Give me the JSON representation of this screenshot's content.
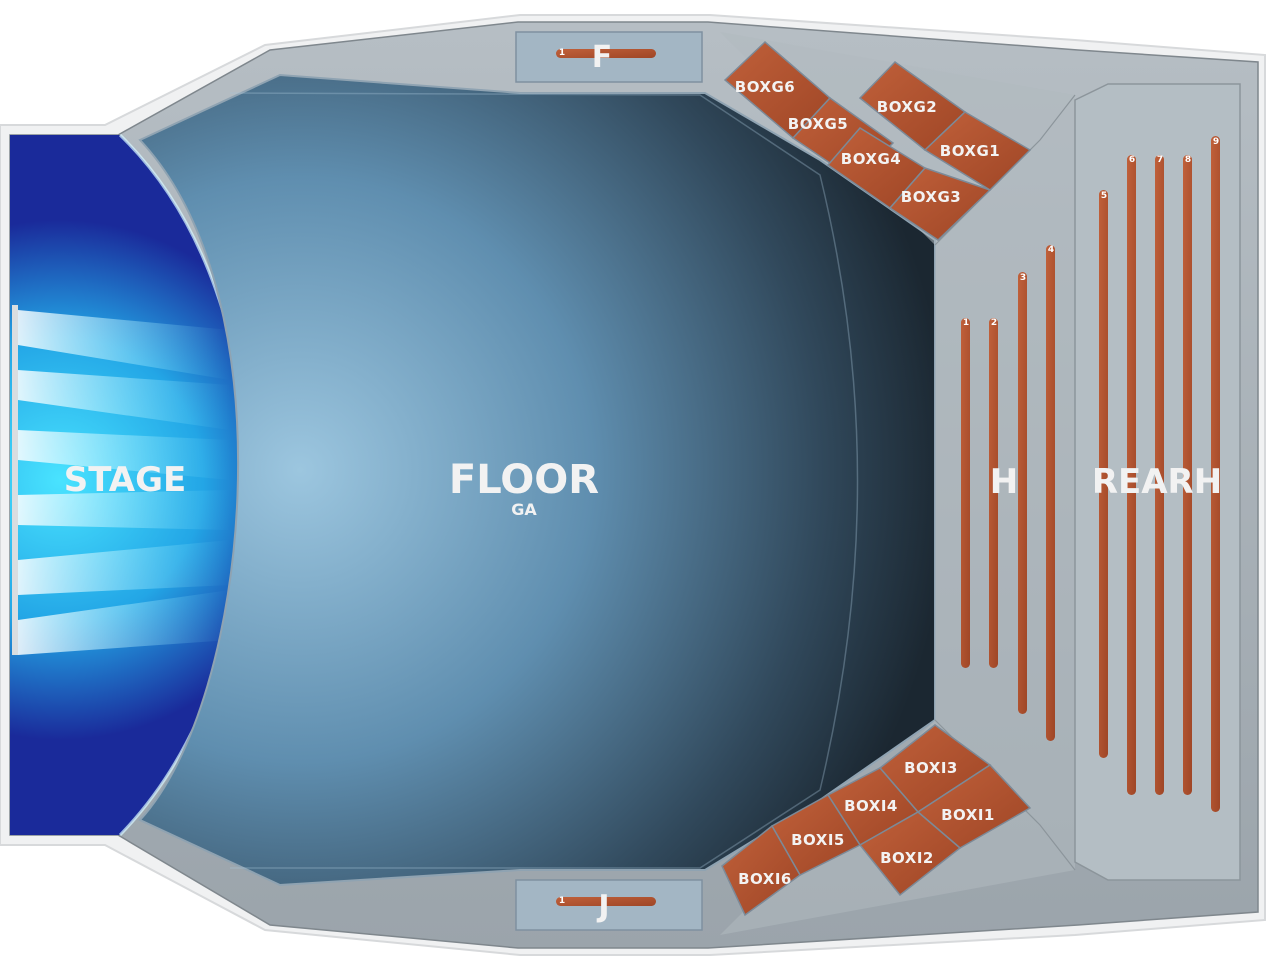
{
  "venue_map": {
    "stage": {
      "label": "STAGE"
    },
    "floor": {
      "label": "FLOOR",
      "sublabel": "GA"
    },
    "section_f": {
      "label": "F",
      "row": "1"
    },
    "section_j": {
      "label": "J",
      "row": "1"
    },
    "section_h": {
      "label": "H",
      "rows": [
        "1",
        "2",
        "3",
        "4"
      ]
    },
    "section_rearh": {
      "label": "REARH",
      "rows": [
        "5",
        "6",
        "7",
        "8",
        "9"
      ]
    },
    "boxes_g": [
      {
        "id": "g6",
        "label": "BOXG6"
      },
      {
        "id": "g5",
        "label": "BOXG5"
      },
      {
        "id": "g2",
        "label": "BOXG2"
      },
      {
        "id": "g4",
        "label": "BOXG4"
      },
      {
        "id": "g1",
        "label": "BOXG1"
      },
      {
        "id": "g3",
        "label": "BOXG3"
      }
    ],
    "boxes_i": [
      {
        "id": "i3",
        "label": "BOXI3"
      },
      {
        "id": "i4",
        "label": "BOXI4"
      },
      {
        "id": "i1",
        "label": "BOXI1"
      },
      {
        "id": "i5",
        "label": "BOXI5"
      },
      {
        "id": "i2",
        "label": "BOXI2"
      },
      {
        "id": "i6",
        "label": "BOXI6"
      }
    ],
    "colors": {
      "seat_section": "#b5562e",
      "concourse": "#a9b0b6",
      "stage_glow": "#39d3f5",
      "floor": "#6c98b8"
    }
  }
}
